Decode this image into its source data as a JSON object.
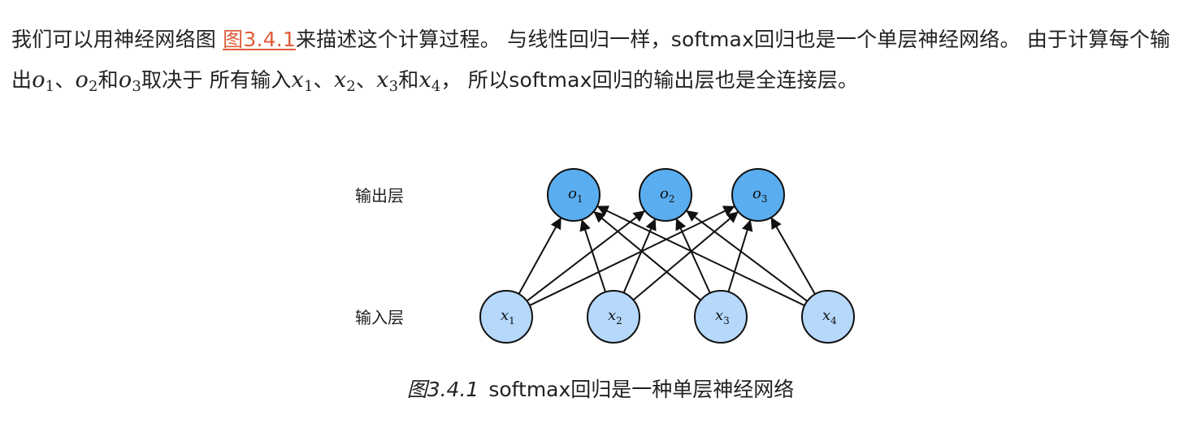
{
  "paragraph": {
    "p1": "我们可以用神经网络图 ",
    "link": "图3.4.1",
    "p2": "来描述这个计算过程。 与线性回归一样，softmax回归也是一个单层神经网络。 由于计算每个输出",
    "o1": "o",
    "o1_sub": "1",
    "sep1": "、",
    "o2": "o",
    "o2_sub": "2",
    "and1": "和",
    "o3": "o",
    "o3_sub": "3",
    "p3": "取决于 所有输入",
    "x1": "x",
    "x1_sub": "1",
    "sep2": "、",
    "x2": "x",
    "x2_sub": "2",
    "sep3": "、",
    "x3": "x",
    "x3_sub": "3",
    "and2": "和",
    "x4": "x",
    "x4_sub": "4",
    "p4": "， 所以softmax回归的输出层也是全连接层。"
  },
  "figure": {
    "output_layer_label": "输出层",
    "input_layer_label": "输入层",
    "outputs": [
      {
        "var": "o",
        "sub": "1"
      },
      {
        "var": "o",
        "sub": "2"
      },
      {
        "var": "o",
        "sub": "3"
      }
    ],
    "inputs": [
      {
        "var": "x",
        "sub": "1"
      },
      {
        "var": "x",
        "sub": "2"
      },
      {
        "var": "x",
        "sub": "3"
      },
      {
        "var": "x",
        "sub": "4"
      }
    ],
    "colors": {
      "output_fill": "#5aaef0",
      "input_fill": "#b5d8fb",
      "stroke": "#111111"
    }
  },
  "caption": {
    "label": "图3.4.1",
    "text": "softmax回归是一种单层神经网络"
  }
}
